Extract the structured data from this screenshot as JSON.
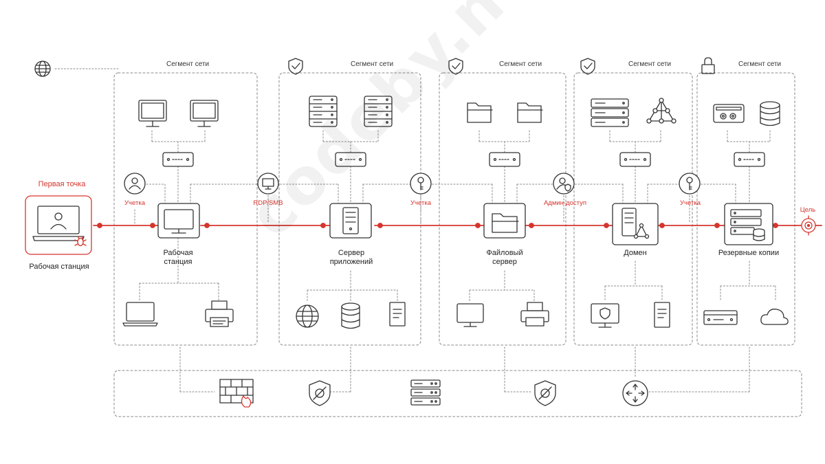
{
  "accent_color": "#d5352d",
  "segments": [
    {
      "label": "Сегмент сети",
      "icon": "globe-icon"
    },
    {
      "label": "Сегмент сети",
      "icon": "shield-check-icon"
    },
    {
      "label": "Сегмент сети",
      "icon": "shield-check-icon"
    },
    {
      "label": "Сегмент сети",
      "icon": "shield-check-icon"
    },
    {
      "label": "Сегмент сети",
      "icon": "padlock-icon"
    }
  ],
  "entry": {
    "title": "Первая точка",
    "label": "Рабочая станция"
  },
  "nodes": [
    {
      "label_line1": "Рабочая",
      "label_line2": "станция"
    },
    {
      "label_line1": "Сервер",
      "label_line2": "приложений"
    },
    {
      "label_line1": "Файловый",
      "label_line2": "сервер"
    },
    {
      "label_line1": "Домен",
      "label_line2": ""
    },
    {
      "label_line1": "Резервные копии",
      "label_line2": ""
    }
  ],
  "edges": [
    {
      "label": "Учетка",
      "icon": "user-icon"
    },
    {
      "label": "RDP/SMB",
      "icon": "monitor-icon"
    },
    {
      "label": "Учетка",
      "icon": "key-icon"
    },
    {
      "label": "Админ-доступ",
      "icon": "user-shield-icon"
    },
    {
      "label": "Учетка",
      "icon": "key-icon"
    }
  ],
  "target": {
    "label": "Цель",
    "icon": "target-icon"
  },
  "watermark": "codeby.net",
  "security_bar_icons": [
    "firewall-icon",
    "shield-crosshair-icon",
    "server-rack-icon",
    "shield-crosshair-icon",
    "router-icon"
  ]
}
